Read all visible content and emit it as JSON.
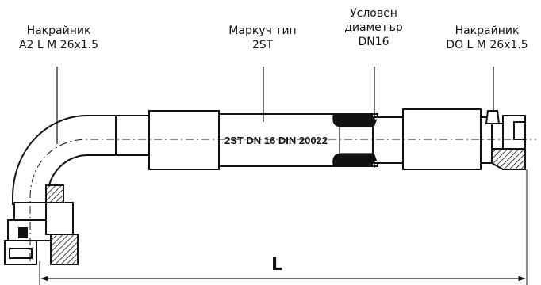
{
  "labels": {
    "left_fitting": [
      "Накрайник",
      "A2 L M 26x1.5"
    ],
    "hose": [
      "Маркуч тип",
      "2ST"
    ],
    "diameter": [
      "Условен",
      "диаметър",
      "DN16"
    ],
    "right_fitting": [
      "Накрайник",
      "DO L M 26x1.5"
    ]
  },
  "hose_marking": "2ST DN 16 DIN 20022",
  "length_label": "L"
}
